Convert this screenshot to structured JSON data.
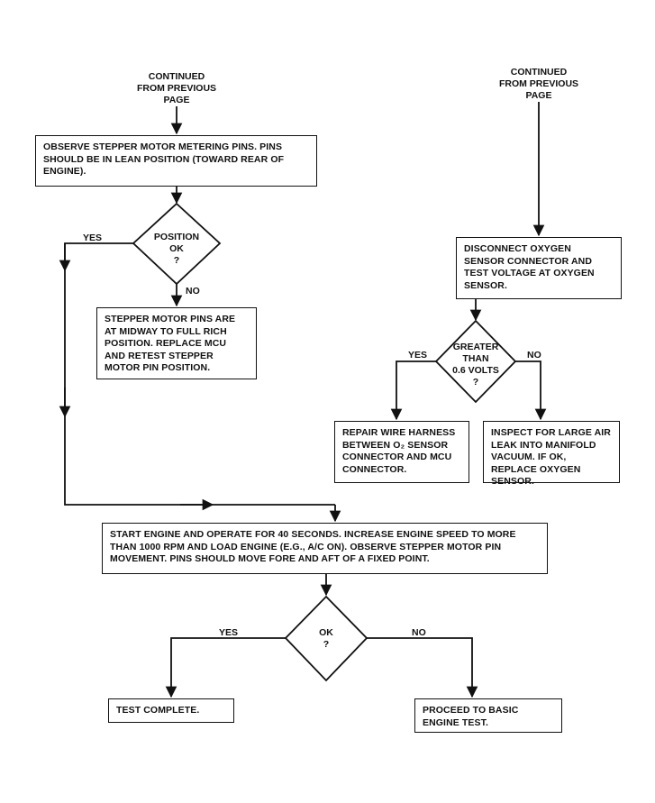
{
  "left_start": "CONTINUED\nFROM PREVIOUS\nPAGE",
  "right_start": "CONTINUED\nFROM PREVIOUS\nPAGE",
  "observe_pins_box": "OBSERVE STEPPER MOTOR METERING PINS. PINS SHOULD BE IN LEAN POSITION (TOWARD REAR OF ENGINE).",
  "position_decision": "POSITION\nOK\n?",
  "position_yes": "YES",
  "position_no": "NO",
  "midway_box": "STEPPER MOTOR PINS ARE AT MIDWAY TO FULL RICH POSITION. REPLACE MCU AND RETEST STEPPER MOTOR PIN POSITION.",
  "disconnect_box": "DISCONNECT OXYGEN SENSOR CONNECTOR AND TEST VOLTAGE AT OXYGEN SENSOR.",
  "voltage_decision": "GREATER\nTHAN\n0.6 VOLTS\n?",
  "voltage_yes": "YES",
  "voltage_no": "NO",
  "repair_box": "REPAIR WIRE HARNESS BETWEEN O₂ SENSOR CONNECTOR AND MCU CONNECTOR.",
  "inspect_box": "INSPECT FOR LARGE AIR LEAK INTO MANIFOLD VACUUM. IF OK, REPLACE OXYGEN SENSOR.",
  "start_engine_box": "START ENGINE AND OPERATE FOR 40 SECONDS. INCREASE ENGINE SPEED TO MORE THAN 1000 RPM AND LOAD ENGINE (E.G., A/C ON). OBSERVE STEPPER MOTOR PIN MOVEMENT. PINS SHOULD MOVE FORE AND AFT OF A FIXED POINT.",
  "ok_decision": "OK\n?",
  "ok_yes": "YES",
  "ok_no": "NO",
  "complete_box": "TEST COMPLETE.",
  "basic_test_box": "PROCEED TO BASIC ENGINE TEST."
}
